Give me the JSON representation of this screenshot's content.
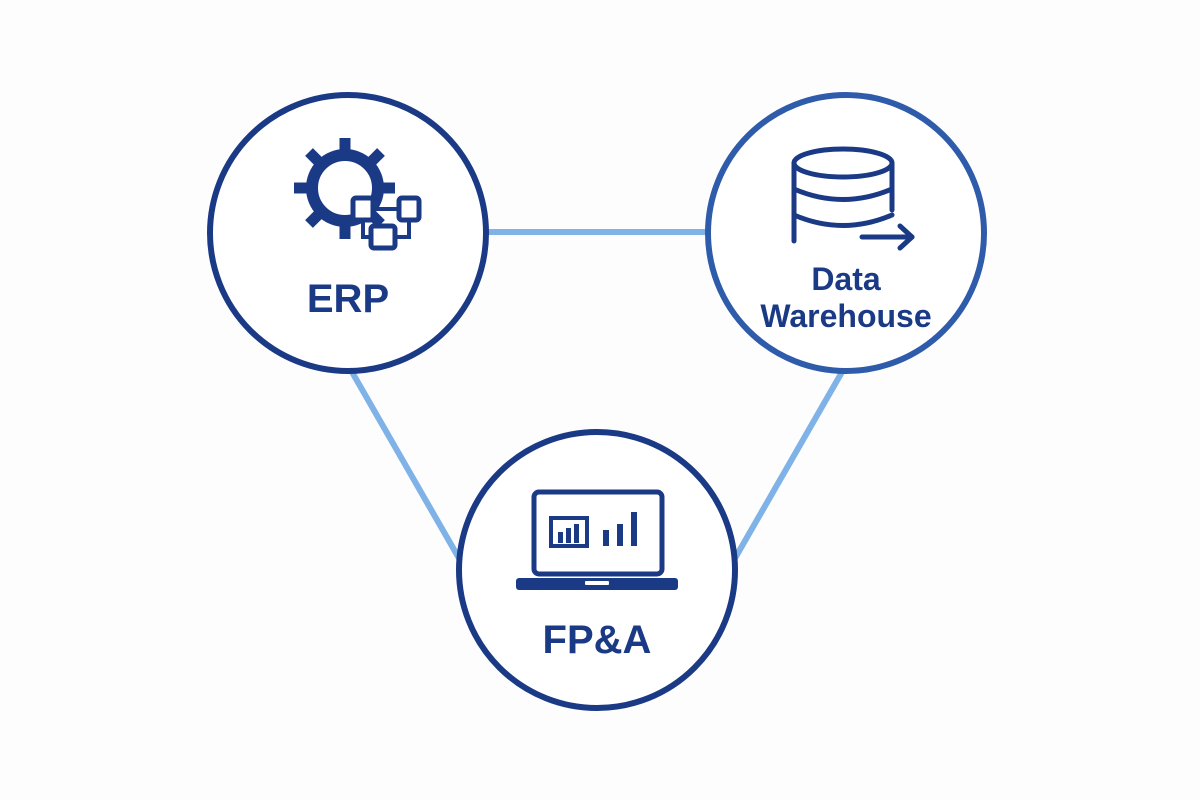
{
  "colors": {
    "background": "#fdfdfe",
    "node_stroke": "#1b3a86",
    "node_stroke_alt": "#2f5bab",
    "edge": "#7fb2e6",
    "icon": "#1b3a86",
    "node_fill": "#ffffff"
  },
  "nodes": {
    "erp": {
      "label": "ERP",
      "icon": "gear-flowchart-icon"
    },
    "warehouse": {
      "label_line1": "Data",
      "label_line2": "Warehouse",
      "icon": "database-arrow-icon"
    },
    "fpa": {
      "label": "FP&A",
      "icon": "laptop-chart-icon"
    }
  },
  "edges": [
    {
      "from": "erp",
      "to": "warehouse"
    },
    {
      "from": "erp",
      "to": "fpa"
    },
    {
      "from": "warehouse",
      "to": "fpa"
    }
  ]
}
